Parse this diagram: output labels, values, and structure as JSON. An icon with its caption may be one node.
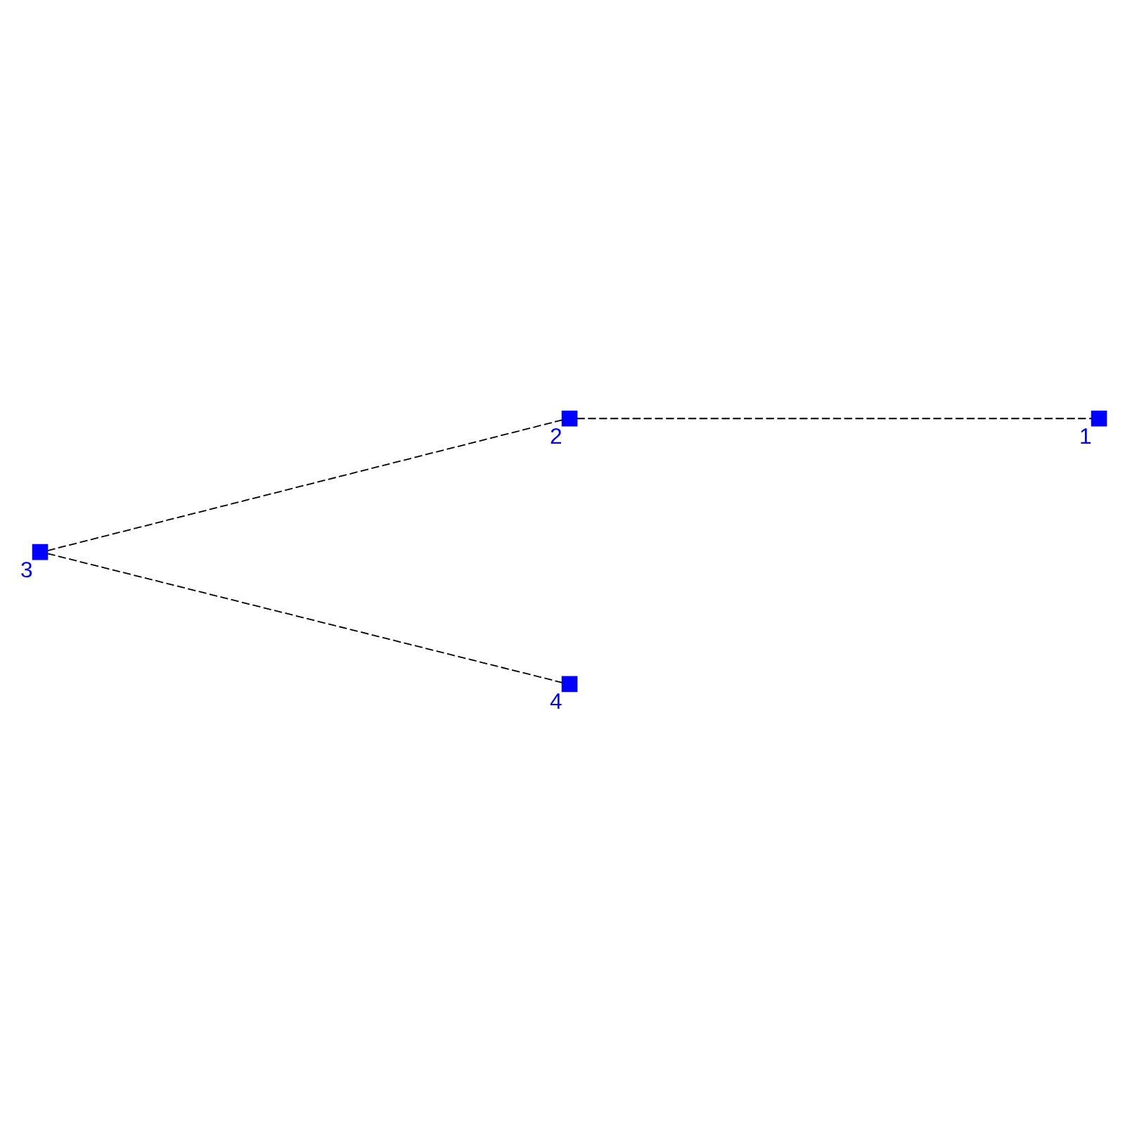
{
  "diagram": {
    "nodes": [
      {
        "text": [],
        "shape": "box",
        "beside": [
          "3"
        ]
      },
      {
        "text": [],
        "shape": "box",
        "beside": [
          "2"
        ]
      },
      {
        "text": [],
        "shape": "box",
        "beside": [
          "1"
        ]
      },
      {
        "text": [],
        "shape": "box",
        "beside": [
          "4"
        ]
      }
    ],
    "edges": [
      {
        "from": 0,
        "to": 1,
        "arrow": "none",
        "style": "dashed"
      },
      {
        "from": 0,
        "to": 3,
        "arrow": "none",
        "style": "dashed"
      },
      {
        "from": 1,
        "to": 2,
        "arrow": "none",
        "style": "dashed"
      }
    ]
  }
}
